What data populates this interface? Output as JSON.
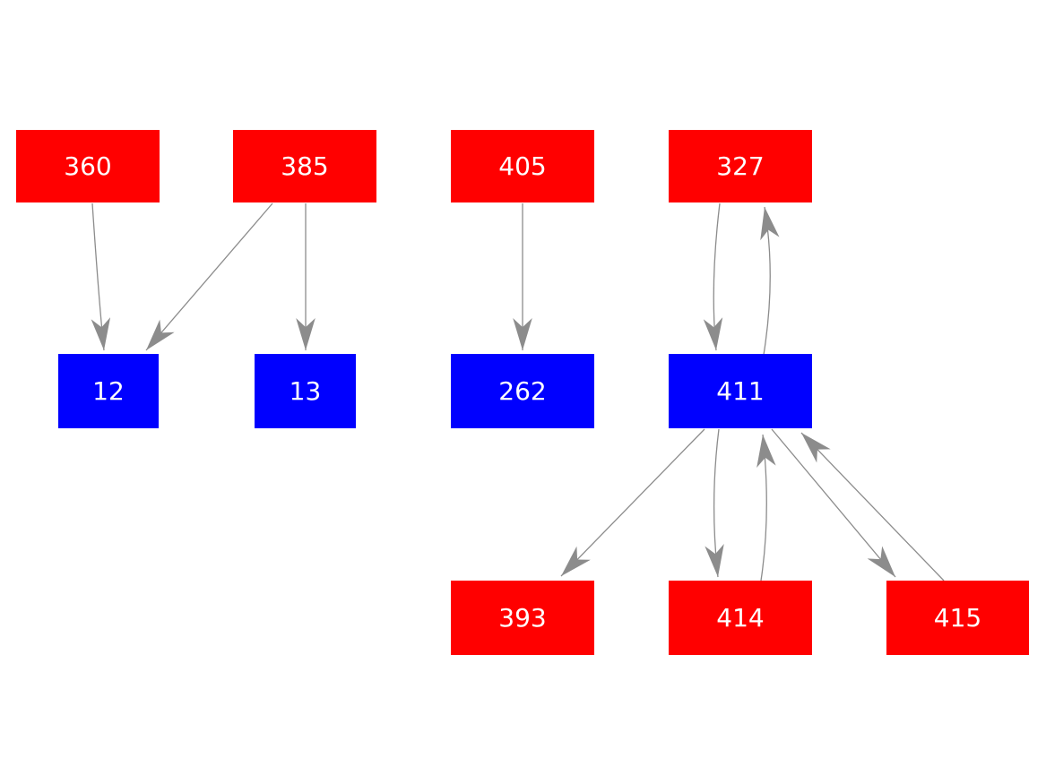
{
  "diagram": {
    "type": "directed-graph",
    "background_color": "#ffffff",
    "node_text_color": "#ffffff",
    "edge_color": "#8c8c8c",
    "node_colors": {
      "red": "#ff0000",
      "blue": "#0000ff"
    },
    "nodes": [
      {
        "id": "360",
        "label": "360",
        "color": "red",
        "row": "top"
      },
      {
        "id": "385",
        "label": "385",
        "color": "red",
        "row": "top"
      },
      {
        "id": "405",
        "label": "405",
        "color": "red",
        "row": "top"
      },
      {
        "id": "327",
        "label": "327",
        "color": "red",
        "row": "top"
      },
      {
        "id": "12",
        "label": "12",
        "color": "blue",
        "row": "middle"
      },
      {
        "id": "13",
        "label": "13",
        "color": "blue",
        "row": "middle"
      },
      {
        "id": "262",
        "label": "262",
        "color": "blue",
        "row": "middle"
      },
      {
        "id": "411",
        "label": "411",
        "color": "blue",
        "row": "middle"
      },
      {
        "id": "393",
        "label": "393",
        "color": "red",
        "row": "bottom"
      },
      {
        "id": "414",
        "label": "414",
        "color": "red",
        "row": "bottom"
      },
      {
        "id": "415",
        "label": "415",
        "color": "red",
        "row": "bottom"
      }
    ],
    "edges": [
      {
        "from": "360",
        "to": "12"
      },
      {
        "from": "385",
        "to": "12"
      },
      {
        "from": "385",
        "to": "13"
      },
      {
        "from": "405",
        "to": "262"
      },
      {
        "from": "327",
        "to": "411"
      },
      {
        "from": "411",
        "to": "327"
      },
      {
        "from": "411",
        "to": "393"
      },
      {
        "from": "411",
        "to": "414"
      },
      {
        "from": "414",
        "to": "411"
      },
      {
        "from": "411",
        "to": "415"
      },
      {
        "from": "415",
        "to": "411"
      }
    ]
  }
}
